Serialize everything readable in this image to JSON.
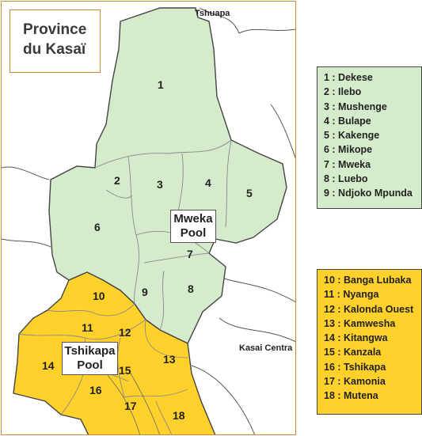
{
  "title": {
    "line1": "Province",
    "line2": "du Kasaï"
  },
  "neighbor_labels": {
    "north": "Tshuapa",
    "east": "Kasai Centra"
  },
  "pools": [
    {
      "line1": "Mweka",
      "line2": "Pool"
    },
    {
      "line1": "Tshikapa",
      "line2": "Pool"
    }
  ],
  "region_numbers": [
    "1",
    "2",
    "3",
    "4",
    "5",
    "6",
    "7",
    "8",
    "9",
    "10",
    "11",
    "12",
    "13",
    "14",
    "15",
    "16",
    "17",
    "18"
  ],
  "legend_green": [
    "1 : Dekese",
    "2 : Ilebo",
    "3 : Mushenge",
    "4 : Bulape",
    "5 : Kakenge",
    "6 : Mikope",
    "7 : Mweka",
    "8 : Luebo",
    "9 : Ndjoko Mpunda"
  ],
  "legend_yellow": [
    "10 : Banga Lubaka",
    "11 : Nyanga",
    "12 : Kalonda Ouest",
    "13 : Kamwesha",
    "14 : Kitangwa",
    "15 : Kanzala",
    "16 : Tshikapa",
    "17 : Kamonia",
    "18 : Mutena"
  ],
  "colors": {
    "mweka_pool": "#d4eccc",
    "tshikapa_pool": "#ffd12a",
    "frame": "#c98b3a"
  }
}
